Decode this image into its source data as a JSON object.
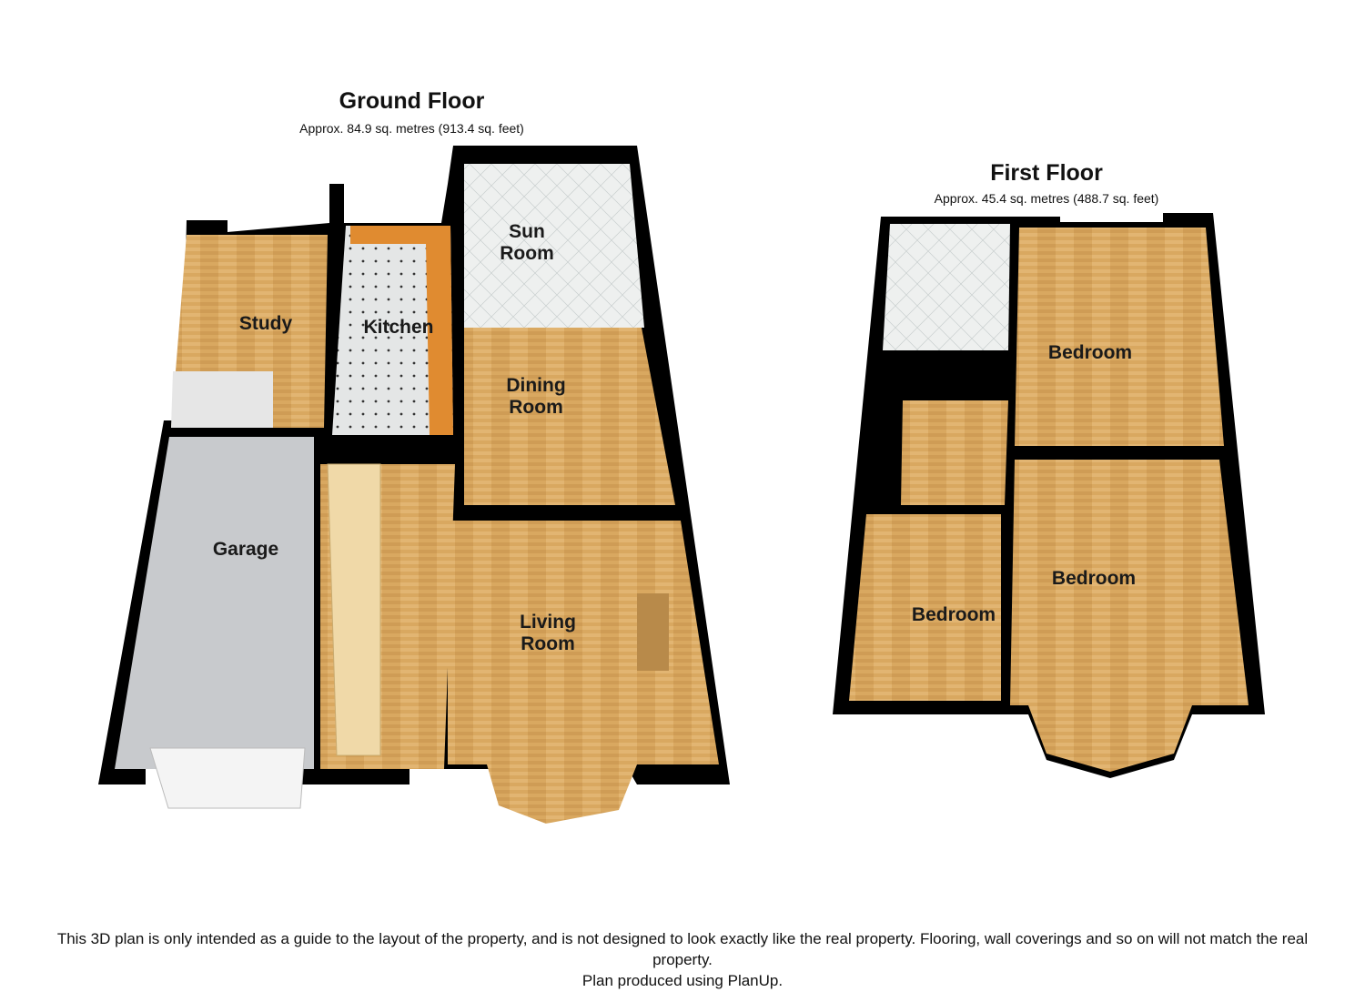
{
  "ground_floor": {
    "title": "Ground Floor",
    "area": "Approx.  84.9 sq. metres (913.4 sq. feet)",
    "rooms": {
      "study": "Study",
      "kitchen": "Kitchen",
      "sun_room_1": "Sun",
      "sun_room_2": "Room",
      "dining_room_1": "Dining",
      "dining_room_2": "Room",
      "garage": "Garage",
      "living_room_1": "Living",
      "living_room_2": "Room"
    }
  },
  "first_floor": {
    "title": "First Floor",
    "area": "Approx.  45.4 sq. metres (488.7 sq. feet)",
    "rooms": {
      "bedroom_top": "Bedroom",
      "bedroom_large": "Bedroom",
      "bedroom_small": "Bedroom"
    }
  },
  "footer": {
    "disclaimer": "This 3D plan is only intended as a guide to the layout of the property, and is not designed to look exactly like the real property. Flooring, wall coverings and so on will not match the real property.",
    "credit": "Plan produced using PlanUp."
  },
  "colors": {
    "wood": "#d9a860",
    "tile": "#e8ecec",
    "garage": "#c8cacd",
    "wall": "#000000"
  }
}
